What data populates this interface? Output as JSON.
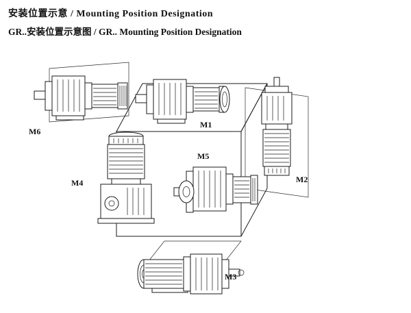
{
  "page": {
    "background": "#ffffff",
    "ink_color": "#1a1a1a"
  },
  "header": {
    "title": "安装位置示意  /  Mounting Position Designation",
    "subtitle": "GR..安装位置示意图 / GR.. Mounting Position Designation"
  },
  "diagram": {
    "description": "Isometric cube with six gear-motor mounting positions",
    "labels": {
      "m1": "M1",
      "m2": "M2",
      "m3": "M3",
      "m4": "M4",
      "m5": "M5",
      "m6": "M6"
    }
  }
}
